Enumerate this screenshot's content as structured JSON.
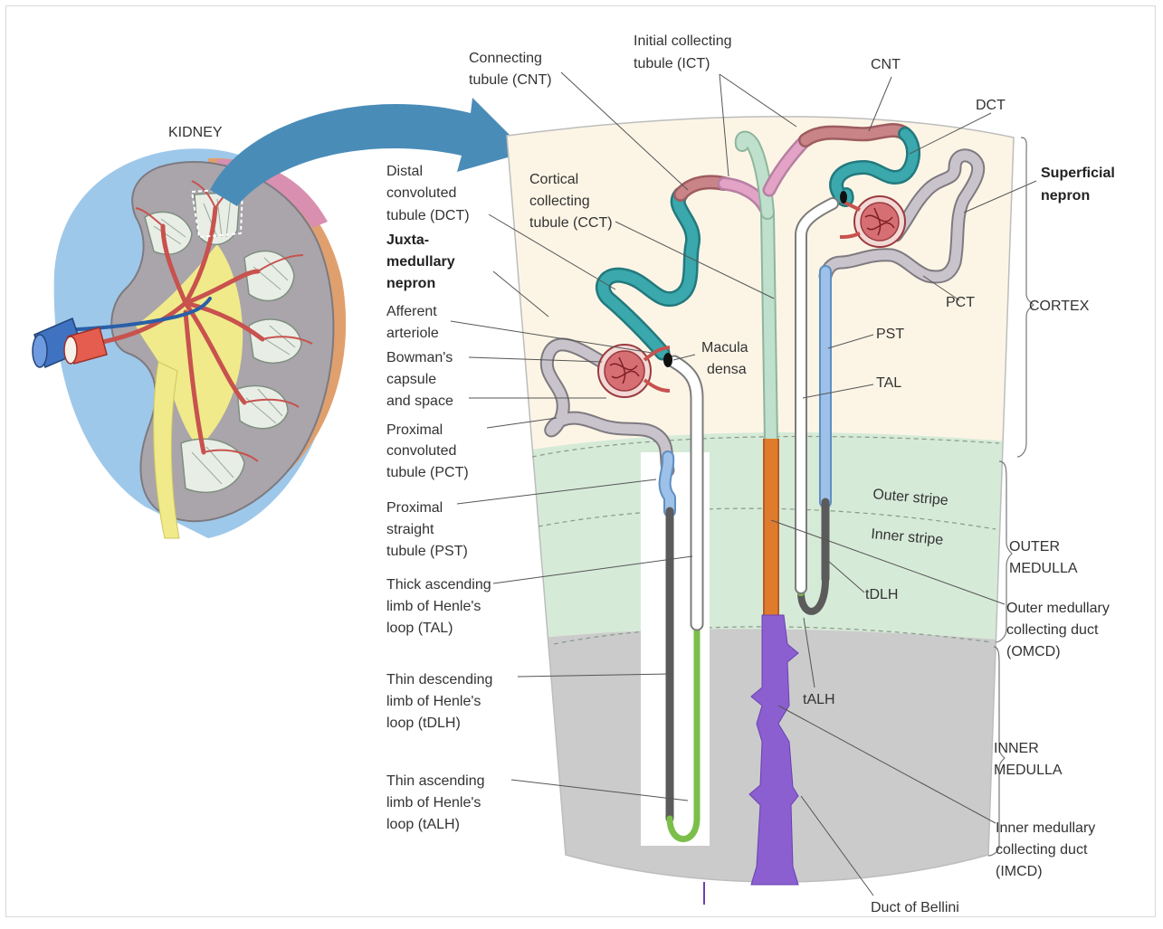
{
  "kidney_label": "KIDNEY",
  "labels": {
    "connecting_tubule": [
      "Connecting",
      "tubule (CNT)"
    ],
    "initial_collecting_tubule": [
      "Initial collecting",
      "tubule (ICT)"
    ],
    "cnt_short": "CNT",
    "dct_short": "DCT",
    "superficial_nephron": [
      "Superficial",
      "nepron"
    ],
    "distal_convoluted_tubule": [
      "Distal",
      "convoluted",
      "tubule (DCT)"
    ],
    "juxtamedullary_nephron": [
      "Juxta-",
      "medullary",
      "nepron"
    ],
    "cortical_collecting_tubule": [
      "Cortical",
      "collecting",
      "tubule (CCT)"
    ],
    "afferent_arteriole": [
      "Afferent",
      "arteriole"
    ],
    "macula_densa": [
      "Macula",
      "densa"
    ],
    "bowmans_capsule": [
      "Bowman's",
      "capsule",
      "and space"
    ],
    "proximal_convoluted_tubule": [
      "Proximal",
      "convoluted",
      "tubule (PCT)"
    ],
    "proximal_straight_tubule": [
      "Proximal",
      "straight",
      "tubule (PST)"
    ],
    "thick_ascending_limb": [
      "Thick ascending",
      "limb of Henle's",
      "loop (TAL)"
    ],
    "thin_descending_limb": [
      "Thin descending",
      "limb of Henle's",
      "loop (tDLH)"
    ],
    "thin_ascending_limb": [
      "Thin ascending",
      "limb of Henle's",
      "loop (tALH)"
    ],
    "pct_short": "PCT",
    "pst_short": "PST",
    "tal_short": "TAL",
    "tdlh_short": "tDLH",
    "talh_short": "tALH",
    "outer_stripe": "Outer stripe",
    "inner_stripe": "Inner stripe",
    "outer_medullary_collecting_duct": [
      "Outer medullary",
      "collecting duct",
      "(OMCD)"
    ],
    "inner_medullary_collecting_duct": [
      "Inner medullary",
      "collecting duct",
      "(IMCD)"
    ],
    "duct_of_bellini": "Duct of Bellini"
  },
  "zones": {
    "cortex": "CORTEX",
    "outer_medulla": [
      "OUTER",
      "MEDULLA"
    ],
    "inner_medulla": [
      "INNER",
      "MEDULLA"
    ]
  },
  "colors": {
    "cortex_fill": "#fcf5e6",
    "outer_medulla_fill": "#d6ead8",
    "inner_medulla_fill": "#cbcbcb",
    "arrow_blue": "#4a8cb8",
    "teal_dct": "#3aa8ac",
    "rose_cnt": "#c98488",
    "pink_ict": "#e2a3c6",
    "mint_cd": "#bfe0cc",
    "orange_omcd": "#e07b2e",
    "purple_imcd": "#8b5fd0",
    "gray_pct": "#a7a2a9",
    "blue_pst": "#8fb7e3",
    "green_talh": "#7bbf4a",
    "dark_tdlh": "#5b5b5b",
    "glomerulus_red": "#b8454e"
  }
}
